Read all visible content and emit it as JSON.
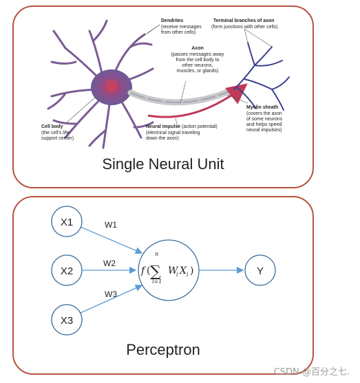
{
  "neuron": {
    "caption": "Single Neural Unit",
    "labels": {
      "dendrites_title": "Dendrites",
      "dendrites_desc": [
        "(receive messages",
        "from other cells)"
      ],
      "terminal_title": "Terminal branches of axon",
      "terminal_desc": "(form junctions with other cells)",
      "axon_title": "Axon",
      "axon_desc": [
        "(passes messages away",
        "from the cell body to",
        "other neurons,",
        "muscles, or glands)"
      ],
      "impulse_title": "Neural impulse",
      "impulse_desc": [
        "(action potential)",
        "(electrical signal traveling",
        "down the axon)"
      ],
      "myelin_title": "Myelin sheath",
      "myelin_desc": [
        "(covers the axon",
        "of some neurons",
        "and helps speed",
        "neural impulses)"
      ],
      "cellbody_title": "Cell body",
      "cellbody_desc": [
        "(the cell's life-",
        "support center)"
      ]
    }
  },
  "perceptron": {
    "caption": "Perceptron",
    "inputs": [
      "X1",
      "X2",
      "X3"
    ],
    "weights": [
      "W1",
      "W2",
      "W3"
    ],
    "output": "Y",
    "formula": {
      "f": "f",
      "sum_upper": "n",
      "sum_lower": "i=1",
      "term": "W",
      "term_sub": "i",
      "term2": "X",
      "term2_sub": "i"
    }
  },
  "watermark": "CSDN @百分之七.",
  "colors": {
    "panel_border": "#b5533c",
    "node_stroke": "#3f6f9e",
    "arrow": "#5b9bd5",
    "neuron_body": "#8a4f8c",
    "axon_arrow": "#c0395a",
    "axon_branches": "#3b3f8f"
  }
}
